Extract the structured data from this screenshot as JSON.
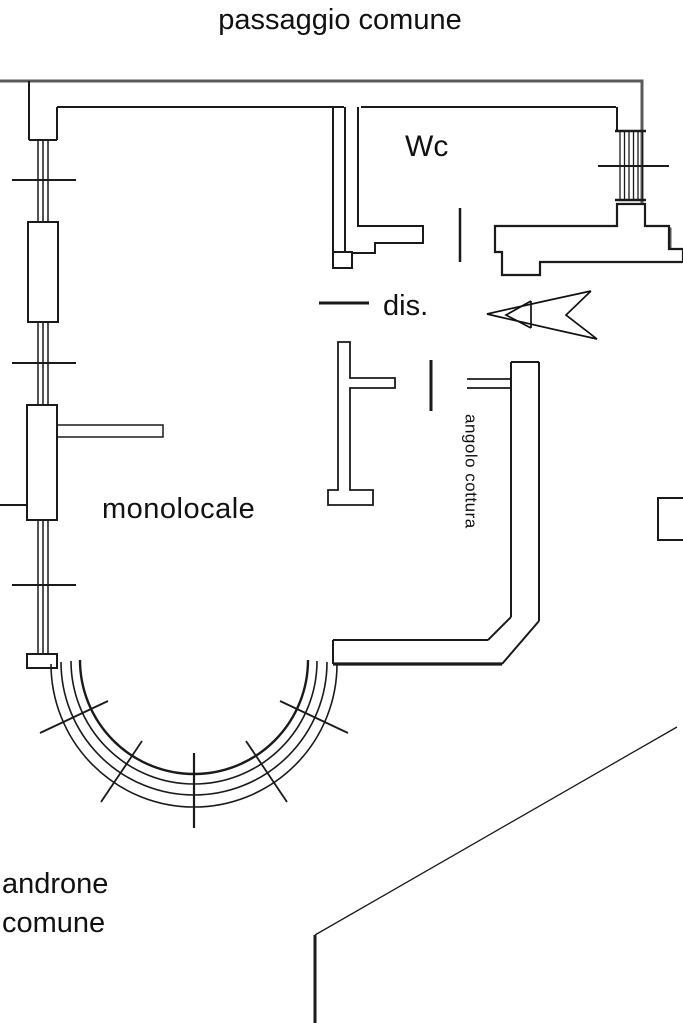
{
  "plan": {
    "labels": {
      "passaggio_comune": "passaggio comune",
      "wc": "Wc",
      "dis": "dis.",
      "angolo_cottura": "angolo cottura",
      "monolocale": "monolocale",
      "androne_line1": "androne",
      "androne_line2": "comune"
    },
    "icons": {
      "north_arrow": "north-arrow-icon",
      "window": "window-glazing-icon",
      "door": "door-leaf-icon"
    },
    "colors": {
      "wall": "#1a1a1a",
      "outer_boundary": "#5a5a5a",
      "background": "#ffffff",
      "text": "#111111"
    }
  }
}
